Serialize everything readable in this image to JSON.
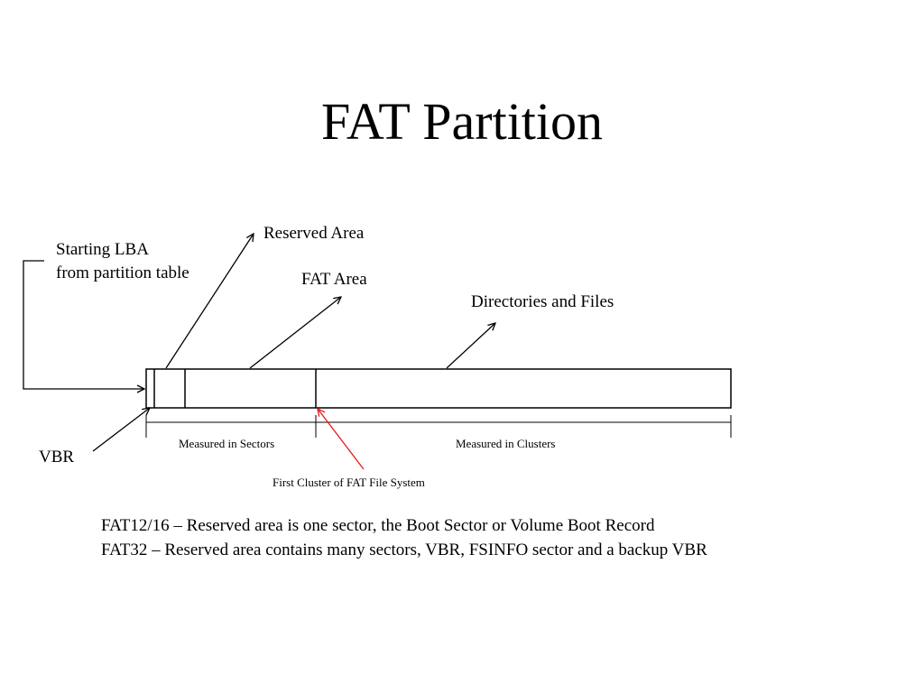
{
  "slide": {
    "title": "FAT Partition"
  },
  "labels": {
    "starting_lba_line1": "Starting LBA",
    "starting_lba_line2": "from partition table",
    "reserved_area": "Reserved Area",
    "fat_area": "FAT Area",
    "directories_and_files": "Directories and Files",
    "vbr": "VBR",
    "measured_in_sectors": "Measured in Sectors",
    "measured_in_clusters": "Measured in Clusters",
    "first_cluster": "First Cluster of  FAT File System"
  },
  "notes": [
    "FAT12/16 – Reserved area is one sector, the Boot Sector or Volume Boot Record",
    "FAT32 – Reserved area contains many sectors, VBR, FSINFO sector and a backup VBR"
  ],
  "colors": {
    "line": "#000000",
    "highlight_arrow": "#e8171b",
    "background": "#ffffff"
  }
}
